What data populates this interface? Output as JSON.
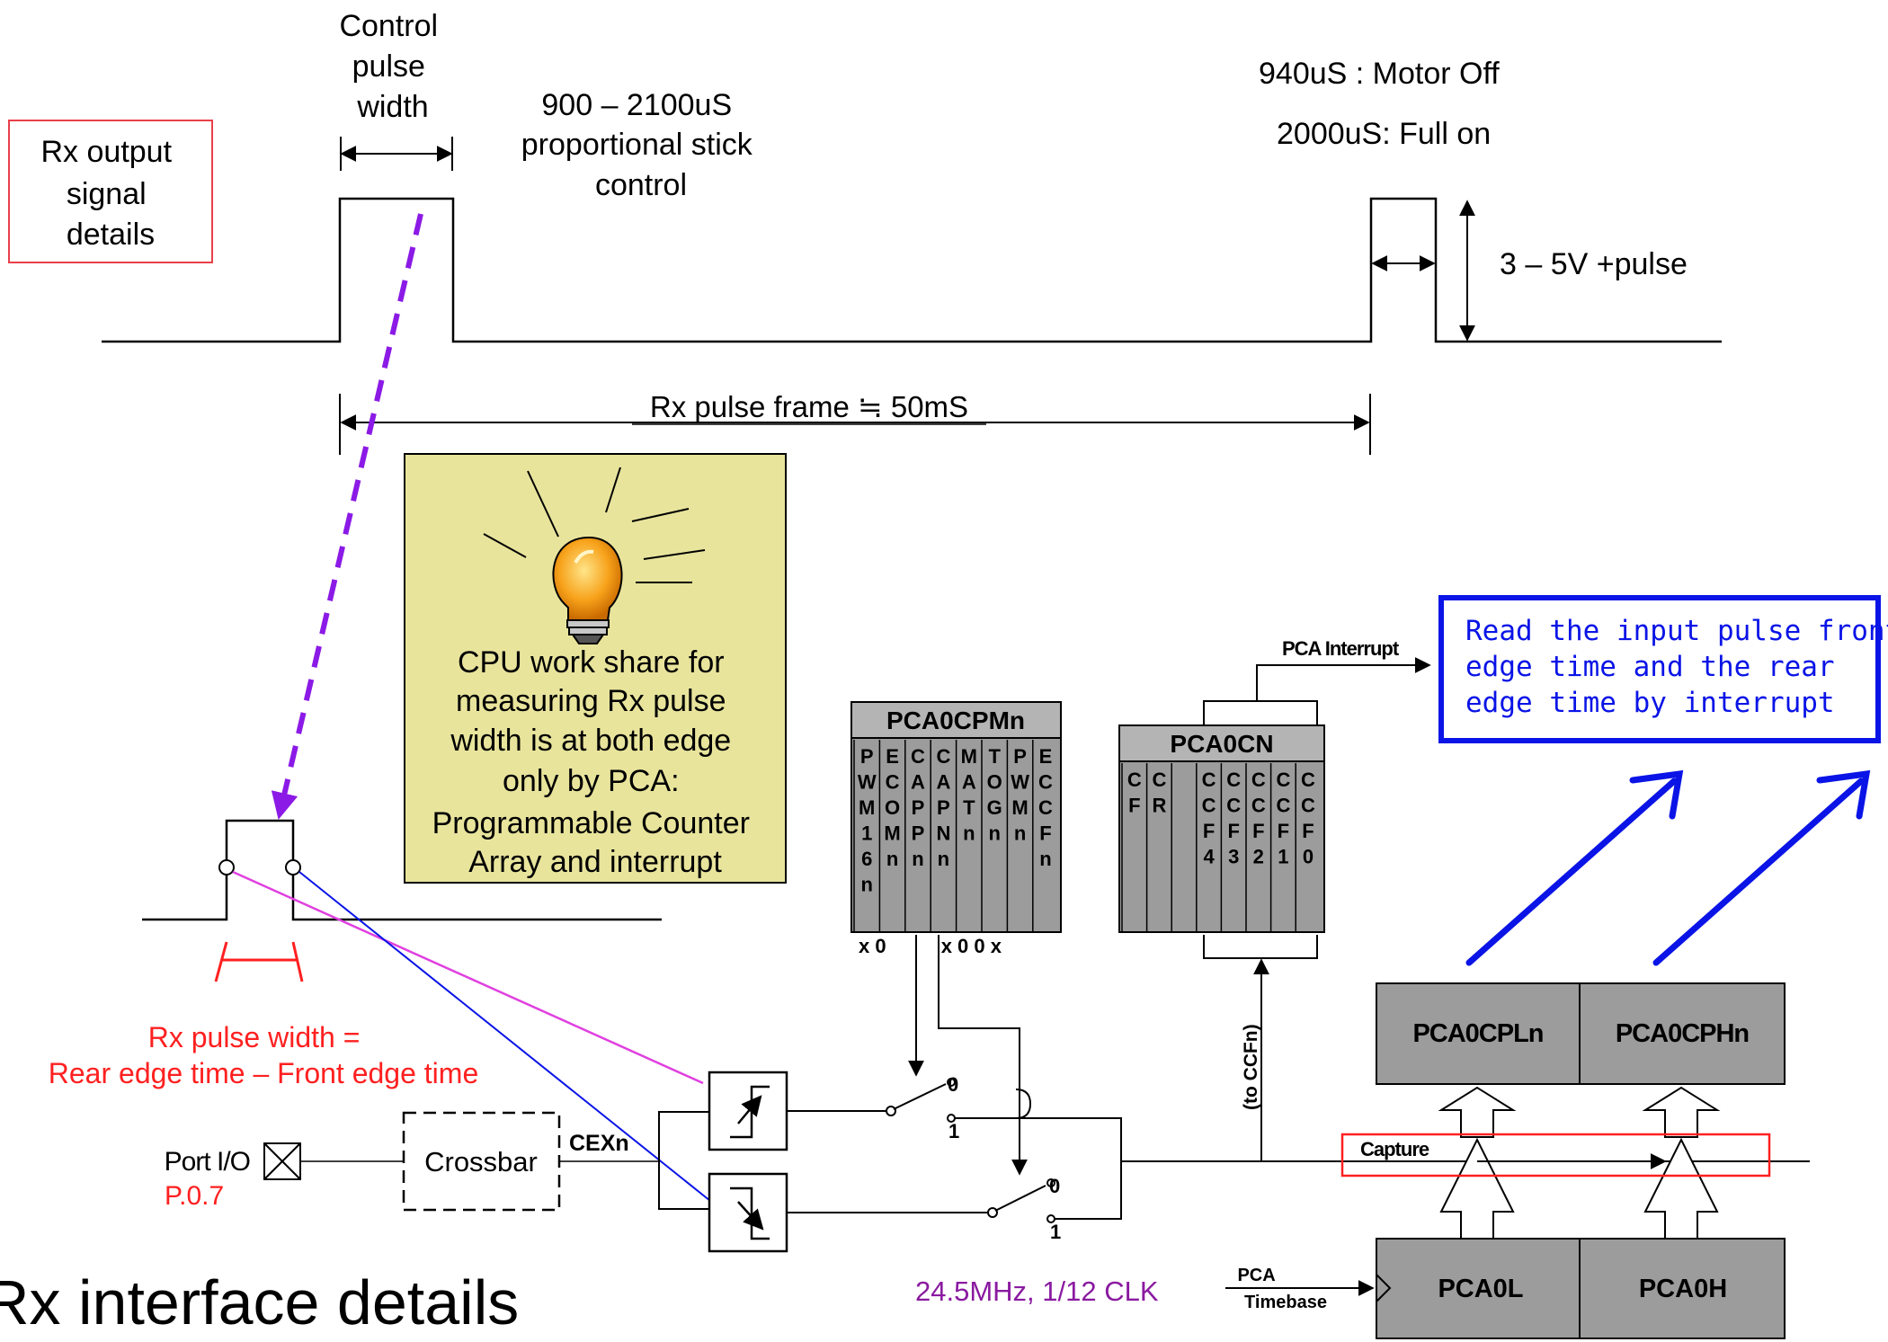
{
  "signal": {
    "box_label": [
      "Rx output",
      "signal",
      "details"
    ],
    "control_label": [
      "Control",
      "pulse",
      "width"
    ],
    "range_label": [
      "900 – 2100uS",
      "proportional stick",
      "control"
    ],
    "motor_off": "940uS : Motor Off",
    "full_on": "2000uS: Full on",
    "voltage": "3 – 5V +pulse",
    "frame": "Rx pulse frame ≒ 50mS"
  },
  "note": {
    "lines": [
      "CPU work share for",
      "measuring Rx pulse",
      "width is at both edge",
      "only by PCA:",
      "Programmable Counter",
      "Array and interrupt"
    ]
  },
  "width_formula": [
    "Rx pulse width =",
    "Rear edge time – Front edge time"
  ],
  "port": {
    "label": "Port I/O",
    "pin": "P.0.7"
  },
  "crossbar": "Crossbar",
  "cex": "CEXn",
  "pca0cpmn": {
    "title": "PCA0CPMn",
    "columns": [
      [
        "P",
        "W",
        "M",
        "1",
        "6",
        "n"
      ],
      [
        "E",
        "C",
        "O",
        "M",
        "n"
      ],
      [
        "C",
        "A",
        "P",
        "P",
        "n"
      ],
      [
        "C",
        "A",
        "P",
        "N",
        "n"
      ],
      [
        "M",
        "A",
        "T",
        "n"
      ],
      [
        "T",
        "O",
        "G",
        "n"
      ],
      [
        "P",
        "W",
        "M",
        "n"
      ],
      [
        "E",
        "C",
        "C",
        "F",
        "n"
      ]
    ],
    "bits": "x 0          x 0 0 x"
  },
  "pca0cn": {
    "title": "PCA0CN",
    "columns": [
      [
        "C",
        "F"
      ],
      [
        "C",
        "R"
      ],
      [],
      [
        "C",
        "C",
        "F",
        "4"
      ],
      [
        "C",
        "C",
        "F",
        "3"
      ],
      [
        "C",
        "C",
        "F",
        "2"
      ],
      [
        "C",
        "C",
        "F",
        "1"
      ],
      [
        "C",
        "C",
        "F",
        "0"
      ]
    ]
  },
  "interrupt": "PCA Interrupt",
  "read_note": [
    "Read the input pulse front",
    "edge time and the rear",
    "edge time by interrupt"
  ],
  "registers": {
    "capture_low": "PCA0CPLn",
    "capture_high": "PCA0CPHn",
    "timer_low": "PCA0L",
    "timer_high": "PCA0H"
  },
  "capture": "Capture",
  "to_ccf": "(to CCFn)",
  "switch_upper": {
    "zero": "0",
    "one": "1"
  },
  "switch_lower": {
    "zero": "0",
    "one": "1"
  },
  "clock": "24.5MHz, 1/12 CLK",
  "timebase": [
    "PCA",
    "Timebase"
  ],
  "heading": "Rx interface details",
  "colors": {
    "red": "#ff2020",
    "blue": "#0a14e6",
    "purple": "#8a1aa0",
    "violet": "#8b1ae6",
    "magenta": "#e040e0",
    "note_fill": "#e8e49c",
    "reg_fill": "#9c9c9c",
    "reg_title": "#b4b4b4"
  }
}
